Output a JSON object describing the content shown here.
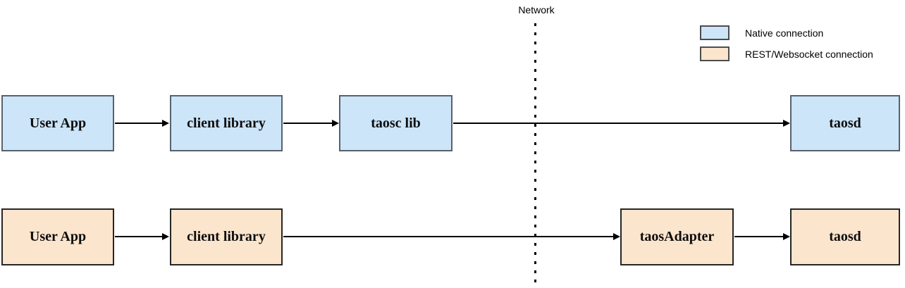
{
  "network": {
    "label": "Network"
  },
  "legend": {
    "items": [
      {
        "label": "Native connection",
        "color": "#cce5f9"
      },
      {
        "label": "REST/Websocket connection",
        "color": "#fce5cd"
      }
    ]
  },
  "colors": {
    "native_fill": "#cce5f9",
    "native_border": "#58626d",
    "rest_fill": "#fce5cd",
    "rest_border": "#262626",
    "arrow": "#000000"
  },
  "flows": {
    "native": {
      "nodes": [
        "User App",
        "client library",
        "taosc lib",
        "taosd"
      ]
    },
    "rest": {
      "nodes": [
        "User App",
        "client library",
        "taosAdapter",
        "taosd"
      ]
    }
  }
}
